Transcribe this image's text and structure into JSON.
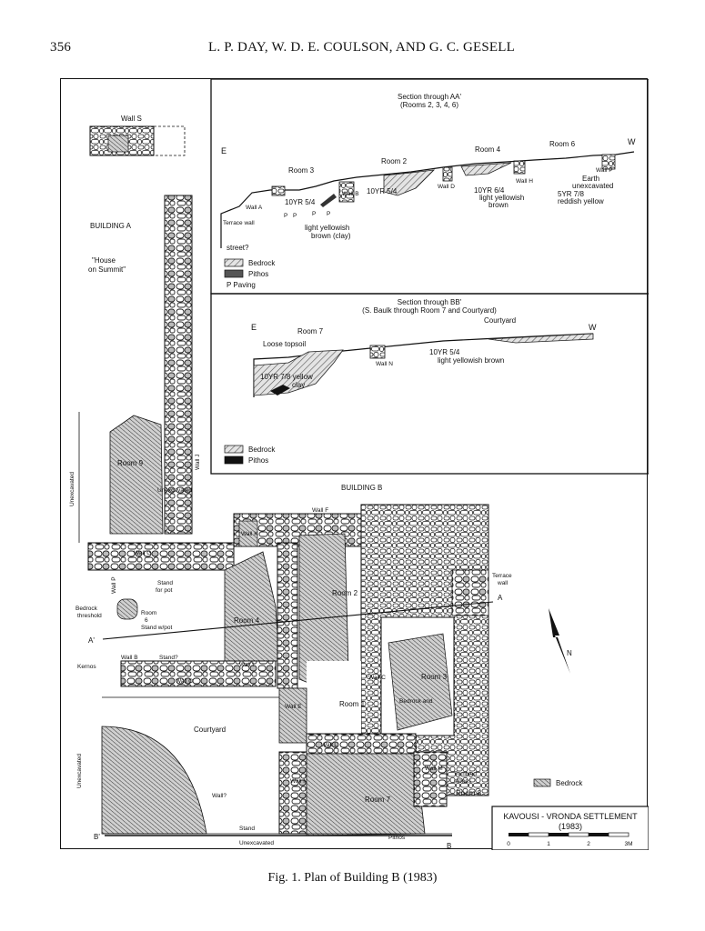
{
  "header": {
    "page_number": "356",
    "running_title": "L. P. DAY, W. D. E. COULSON, AND G. C. GESELL"
  },
  "caption": "Fig. 1. Plan of Building B (1983)",
  "section_aa": {
    "title": "Section through AA'",
    "subtitle": "(Rooms 2, 3, 4, 6)",
    "end_e": "E",
    "end_w": "W",
    "rooms": [
      "Room 3",
      "Room 2",
      "Room 4",
      "Room 6"
    ],
    "walls": [
      "Wall A",
      "Wall B",
      "Wall D",
      "Wall H",
      "Wall P"
    ],
    "terrace": "Terrace wall",
    "street": "street?",
    "soil_1": "10YR 5/4",
    "soil_2": "10YR 5/4",
    "soil_3a": "10YR 6/4",
    "soil_3b": "light yellowish",
    "soil_3c": "brown",
    "soil_4a": "5YR 7/8",
    "soil_4b": "reddish yellow",
    "clay_a": "light yellowish",
    "clay_b": "brown (clay)",
    "earth_a": "Earth",
    "earth_b": "unexcavated",
    "paving_marks": [
      "P",
      "P",
      "P",
      "P"
    ],
    "legend": [
      "Bedrock",
      "Pithos",
      "P  Paving"
    ]
  },
  "section_bb": {
    "title": "Section through BB'",
    "subtitle": "(S. Baulk through Room 7 and Courtyard)",
    "end_e": "E",
    "end_w": "W",
    "room": "Room 7",
    "courtyard": "Courtyard",
    "topsoil": "Loose topsoil",
    "wall": "Wall N",
    "soil_a": "10YR 5/4",
    "soil_b": "light yellowish brown",
    "clay_a": "10YR 7/8 yellow",
    "clay_b": "clay",
    "legend": [
      "Bedrock",
      "Pithos"
    ]
  },
  "plan": {
    "wall_s": "Wall S",
    "building_a": "BUILDING A",
    "house_a": "\"House",
    "house_b": "on Summit\"",
    "building_b": "BUILDING B",
    "unexcavated_left": "Unexcavated",
    "unexcavated_top": "Unexcavated",
    "unexcavated_bottom": "Unexcavated",
    "unexcavated_left_low": "Unexcavated",
    "rooms": {
      "room9": "Room 9",
      "room4": "Room 4",
      "room2": "Room 2",
      "room6a": "Room",
      "room6b": "6",
      "room1": "Room 1",
      "room3": "Room 3",
      "room7": "Room 7",
      "room8": "Room 8",
      "courtyard": "Courtyard"
    },
    "walls": {
      "j": "Wall J",
      "f": "Wall F",
      "k": "Wall K",
      "g": "Wall G",
      "p": "Wall P",
      "b": "Wall B",
      "o": "Wall O",
      "i": "Wall I",
      "e": "Wall E",
      "n": "Wall N",
      "m": "Wall M",
      "l": "Wall L",
      "c": "Wall C",
      "q": "Wall?"
    },
    "features": {
      "stand_pot_a": "Stand",
      "stand_pot_b": "for pot",
      "bedrock_threshold_a": "Bedrock",
      "bedrock_threshold_b": "threshold",
      "stand_w_pot": "Stand w/pot",
      "stand_q": "Stand?",
      "kernos": "Kernos",
      "terrace_a": "Terrace",
      "terrace_b": "wall",
      "bedrock_and": "Bedrock and",
      "tumbled_a": "Tumbled",
      "tumbled_b": "stones",
      "stand": "Stand",
      "pithos": "Pithos",
      "north": "N"
    },
    "section_marks": {
      "a": "A",
      "a_prime": "A'",
      "b": "B",
      "b_prime": "B'"
    },
    "legend_bedrock": "Bedrock",
    "title_line1": "KAVOUSI - VRONDA SETTLEMENT",
    "title_line2": "(1983)",
    "scale": {
      "t0": "0",
      "t1": "1",
      "t2": "2",
      "t3": "3M"
    }
  }
}
